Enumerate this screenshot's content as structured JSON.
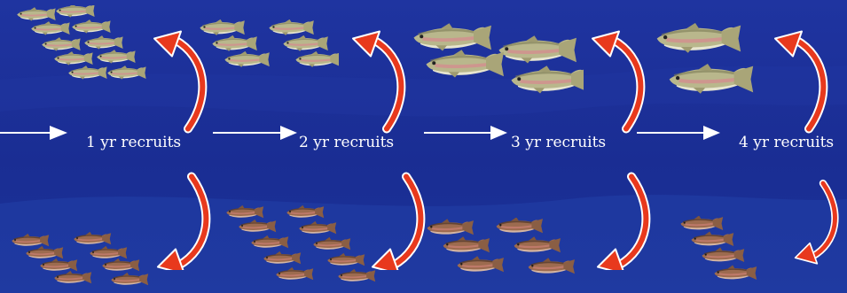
{
  "stages": [
    {
      "label": "1 yr recruits"
    },
    {
      "label": "2 yr recruits"
    },
    {
      "label": "3 yr recruits"
    },
    {
      "label": "4 yr recruits"
    }
  ],
  "icons": {
    "upper_fish": "rainbow-trout-icon",
    "lower_fish": "brown-fish-icon",
    "flow_arrow": "white-right-arrow-icon",
    "curved_arrow": "red-curved-arrow-icon"
  },
  "colors": {
    "background": "#1c2f95",
    "curved_arrow_fill": "#e8391d",
    "curved_arrow_outline": "#ffffff",
    "flow_arrow": "#ffffff",
    "upper_fish_body": "#b7b58a",
    "lower_fish_body": "#9b6a4e"
  }
}
